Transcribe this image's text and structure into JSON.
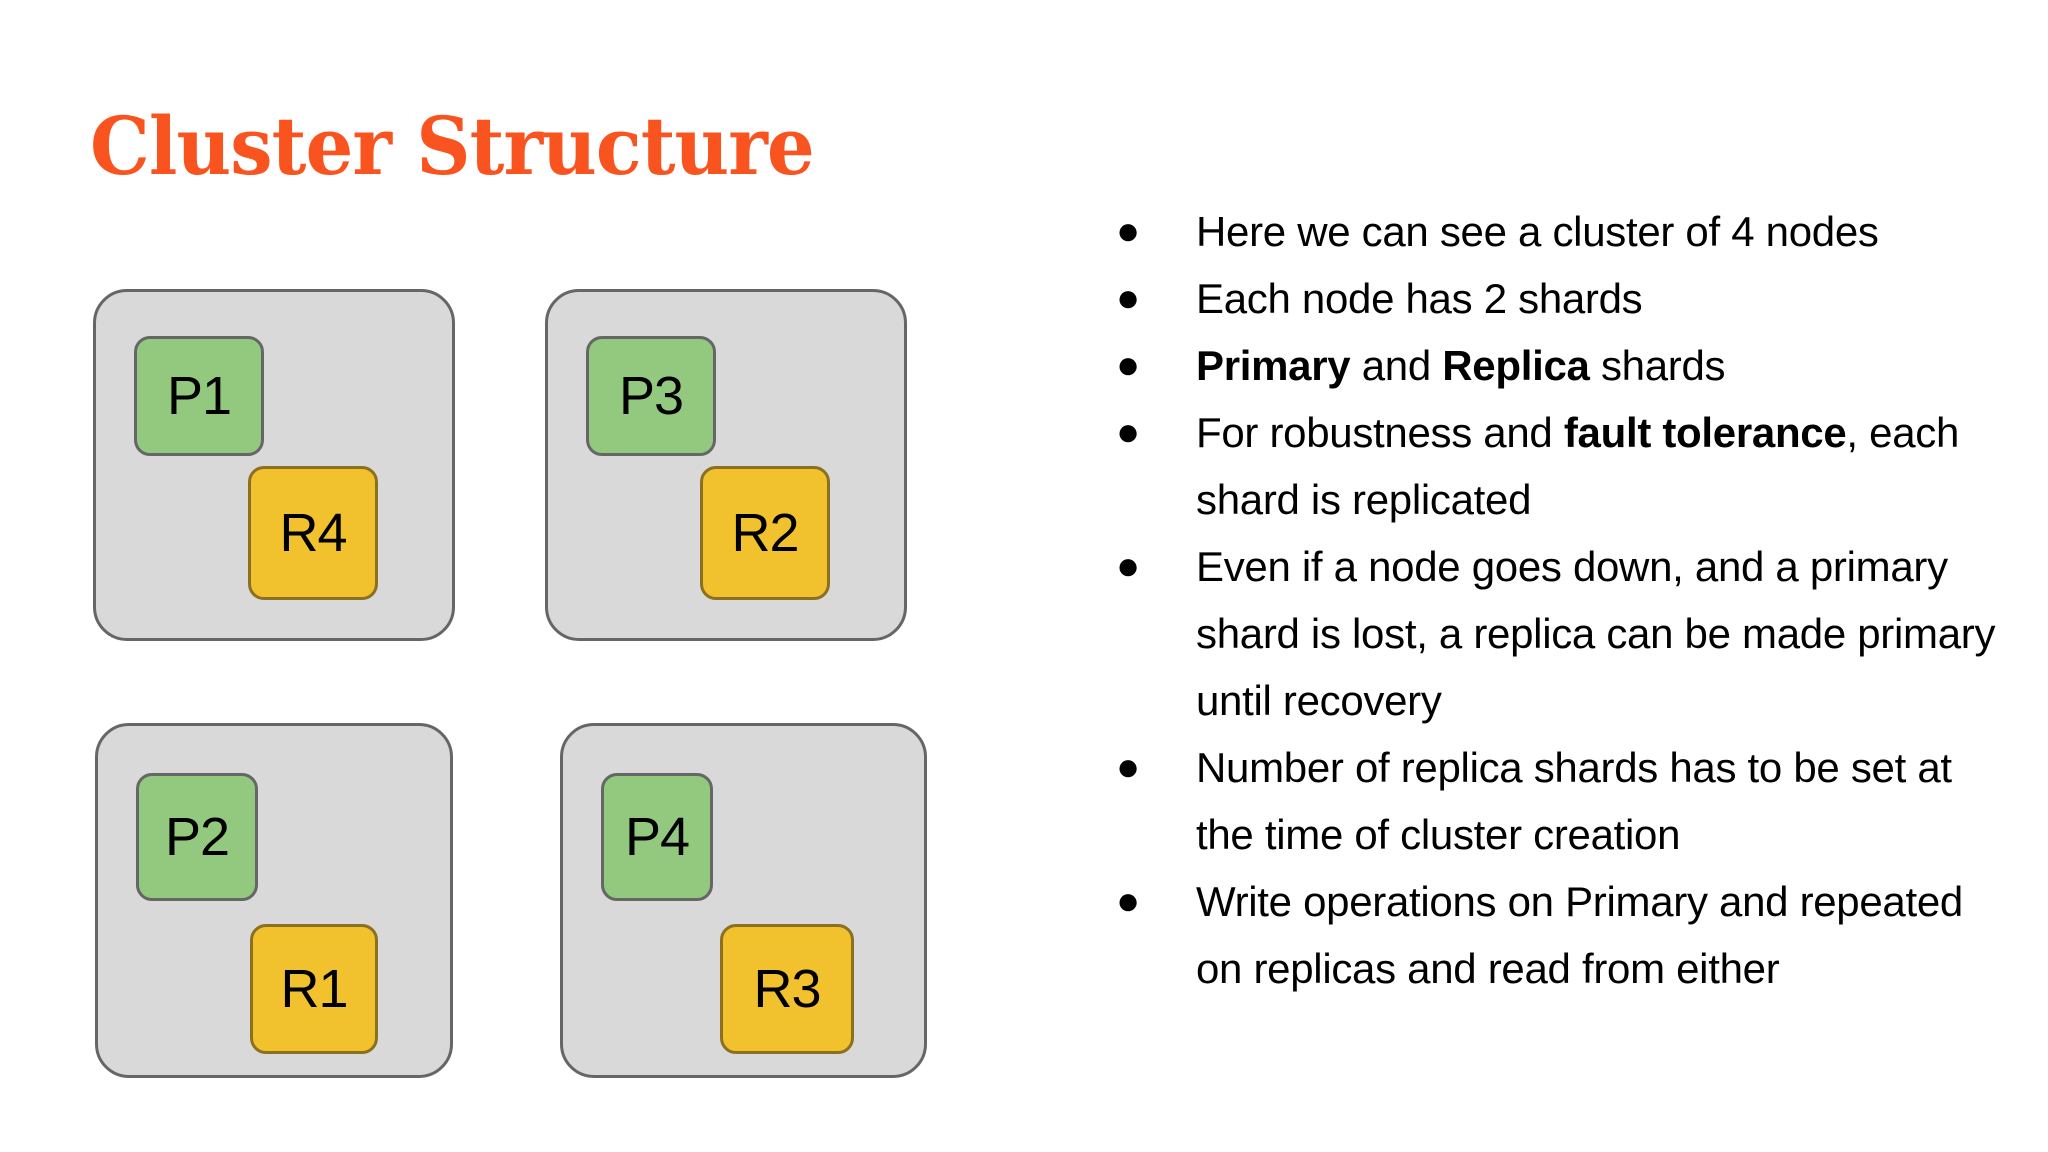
{
  "slide": {
    "title": "Cluster Structure",
    "title_color": "#f9541f",
    "background": "#ffffff"
  },
  "diagram": {
    "node_fill": "#d9d9d9",
    "node_border": "#666666",
    "primary_fill": "#93c97e",
    "replica_fill": "#f2c12e",
    "nodes": [
      {
        "primary": "P1",
        "replica": "R4"
      },
      {
        "primary": "P3",
        "replica": "R2"
      },
      {
        "primary": "P2",
        "replica": "R1"
      },
      {
        "primary": "P4",
        "replica": "R3"
      }
    ]
  },
  "bullets": {
    "marker": "●",
    "items": [
      {
        "html": "Here we can see a cluster of 4 nodes"
      },
      {
        "html": "Each node has 2 shards"
      },
      {
        "html": "<b>Primary</b> and <b>Replica</b> shards"
      },
      {
        "html": "For robustness and <b>fault tolerance</b>, each shard is replicated"
      },
      {
        "html": "Even if a node goes down, and a primary shard is lost, a replica can be made primary until recovery"
      },
      {
        "html": "Number of replica shards has to be set at the time of cluster creation"
      },
      {
        "html": "Write operations on Primary and repeated on replicas and read from either"
      }
    ]
  }
}
